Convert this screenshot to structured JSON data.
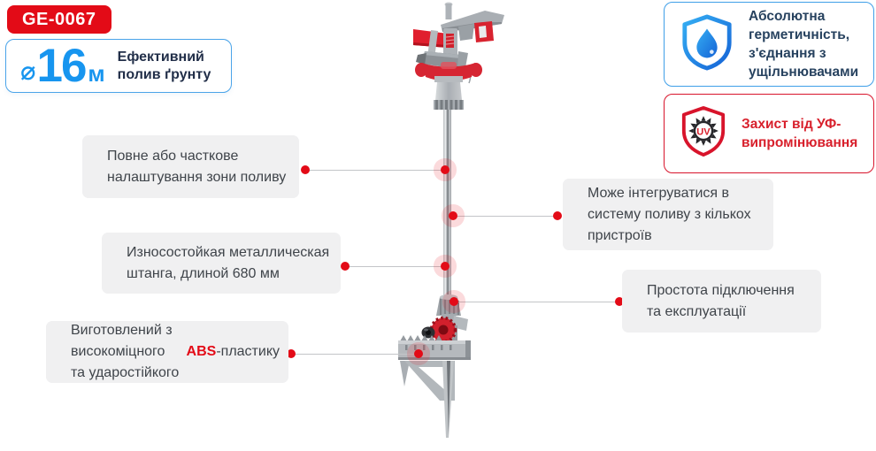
{
  "colors": {
    "badge_red": "#e30b17",
    "product_red": "#d8232f",
    "primary_blue": "#1795ef",
    "spec_border_blue": "#4ba4e9",
    "feature_border_blue": "#3f9fe8",
    "feature_border_red": "#d8142b",
    "feature_text_red": "#d8202c",
    "callout_bg": "#f0f0f1",
    "text_dark_navy": "#222f49",
    "callout_text_gray": "#3f444a",
    "line_gray": "#c3c5c8"
  },
  "badge": {
    "label": "GE-0067"
  },
  "spec": {
    "diameter_symbol": "⌀",
    "value": "16",
    "unit": "м",
    "description": "Ефективний\nполив ґрунту"
  },
  "features": [
    {
      "id": "sealing",
      "icon": "shield-drop-icon",
      "text": "Абсолютна\nгерметичність,\nз'єднання з\nущільнювачами"
    },
    {
      "id": "uv-protection",
      "icon": "uv-shield-icon",
      "icon_label": "UV",
      "text": "Захист від УФ-\nвипромінювання"
    }
  ],
  "callouts": [
    {
      "id": "zone-adjust",
      "side": "left",
      "text": "Повне або часткове\nналаштування зони поливу"
    },
    {
      "id": "metal-rod",
      "side": "left",
      "text": "Износостойкая металлическая\nштанга, длиной 680 мм"
    },
    {
      "id": "abs-plastic",
      "side": "left",
      "text_before": "Виготовлений з високоміцного\nта ударостійкого ",
      "highlight": "ABS",
      "text_after": "-пластику"
    },
    {
      "id": "integration",
      "side": "right",
      "text": "Може інтегруватися в\nсистему поливу з кількох\nпристроїв"
    },
    {
      "id": "easy-connect",
      "side": "right",
      "text": "Простота підключення\nта експлуатації"
    }
  ]
}
